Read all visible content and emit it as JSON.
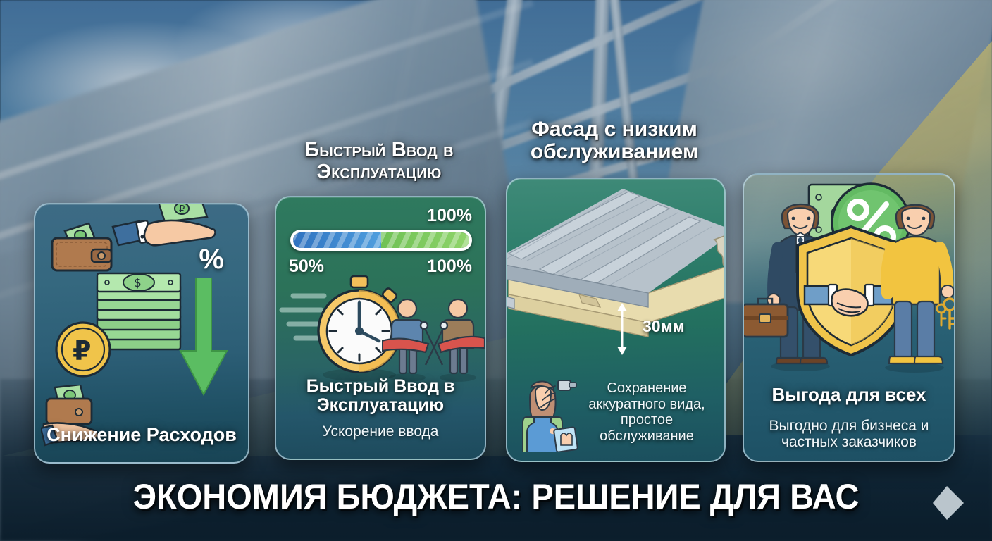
{
  "banner": {
    "text": "ЭКОНОМИЯ БЮДЖЕТА: РЕШЕНИЕ ДЛЯ ВАС",
    "arrow_icon": "right-arrow-diamond-icon"
  },
  "headers": [
    {
      "id": "h2",
      "text": "Быстрый Ввод в Эксплуатацию"
    },
    {
      "id": "h3",
      "text": "Фасад с низким обслуживанием"
    }
  ],
  "cards": [
    {
      "id": "card1",
      "title": "Снижение Расходов",
      "subtitle": "",
      "percent_symbol": "%",
      "accent": "#4fb857",
      "bg_top": "#3d6b85",
      "bg_bottom": "#184455",
      "icons": [
        "wallet-with-cash-icon",
        "hand-giving-money-icon",
        "stack-of-banknotes-icon",
        "ruble-coin-icon",
        "hand-holding-wallet-icon",
        "down-arrow-icon"
      ]
    },
    {
      "id": "card2",
      "title": "Быстрый Ввод в Эксплуатацию",
      "subtitle": "Ускорение ввода",
      "progress": {
        "top_right_label": "100%",
        "bottom_left_label": "50%",
        "bottom_right_label": "100%",
        "blue_percent": 50,
        "green_percent": 50,
        "blue_color": "#3f87cf",
        "green_color": "#7fcb60"
      },
      "bg_top": "#2f7a5f",
      "bg_bottom": "#1d4a5c",
      "icons": [
        "stopwatch-icon",
        "speed-lines-icon",
        "ribbon-cutting-icon",
        "scissors-icon"
      ]
    },
    {
      "id": "card3",
      "title": "",
      "subtitle": "Сохранение аккуратного вида, простое обслуживание",
      "thickness_label": "30мм",
      "bg_top": "#3f8a78",
      "bg_bottom": "#1b4f5e",
      "icons": [
        "sandwich-panel-icon",
        "thickness-arrow-icon",
        "cleaning-woman-icon",
        "spray-bottle-icon"
      ]
    },
    {
      "id": "card4",
      "title": "Выгода для всех",
      "subtitle": "Выгодно для бизнеса и частных заказчиков",
      "percent_badge": "%",
      "bg_top": "#7f9a78",
      "bg_bottom": "#1d5064",
      "icons": [
        "businessman-icon",
        "briefcase-icon",
        "percent-badge-icon",
        "banknote-icon",
        "handshake-shield-icon",
        "customer-with-keys-icon",
        "keys-icon"
      ]
    }
  ],
  "background": {
    "scene": "blurred-construction-site-photo",
    "elements": [
      "metal-roof-sheet",
      "steel-framework",
      "blue-sky-with-clouds",
      "gold-diagonal-overlay"
    ],
    "gold_overlay_color": "#e5d47a"
  }
}
